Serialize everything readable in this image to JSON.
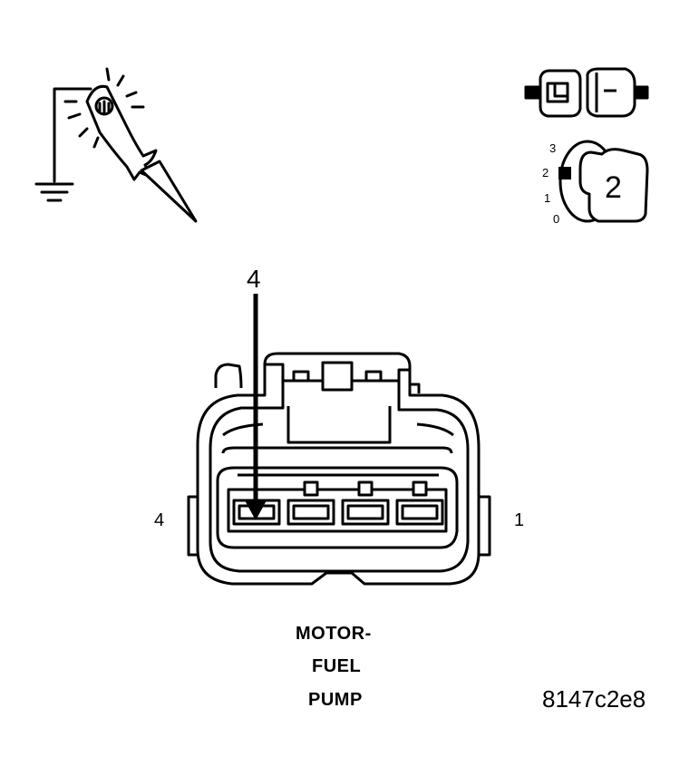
{
  "connector": {
    "pin_label_left": "4",
    "pin_label_right": "1",
    "probe_pin_label": "4"
  },
  "caption": {
    "line1": "MOTOR-",
    "line2": "FUEL",
    "line3": "PUMP"
  },
  "figure_code": "8147c2e8",
  "ignition": {
    "positions": [
      "3",
      "2",
      "1",
      "0"
    ],
    "key_position": "2"
  },
  "icons": {
    "test_light": "test-light-to-ground-icon",
    "connector_disconnect": "disconnect-connector-icon",
    "ignition_switch": "ignition-key-icon"
  }
}
